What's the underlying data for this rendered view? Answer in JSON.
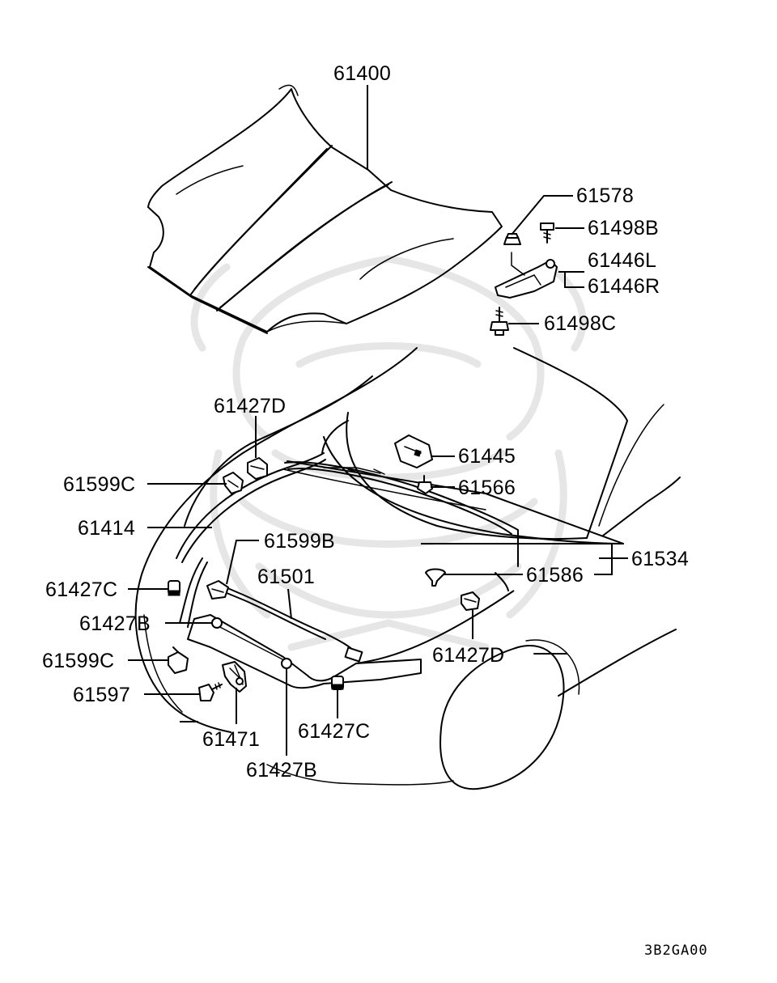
{
  "diagram": {
    "drawing_code": "3B2GA00",
    "callouts": {
      "p61400": "61400",
      "p61578": "61578",
      "p61498B": "61498B",
      "p61446L": "61446L",
      "p61446R": "61446R",
      "p61498C": "61498C",
      "p61427D_top": "61427D",
      "p61445": "61445",
      "p61599C_top": "61599C",
      "p61566": "61566",
      "p61414": "61414",
      "p61599B": "61599B",
      "p61534": "61534",
      "p61501": "61501",
      "p61427C_left": "61427C",
      "p61586": "61586",
      "p61427B_left": "61427B",
      "p61427D_right": "61427D",
      "p61599C_bottom": "61599C",
      "p61597": "61597",
      "p61471": "61471",
      "p61427C_bottom": "61427C",
      "p61427B_bottom": "61427B"
    }
  }
}
